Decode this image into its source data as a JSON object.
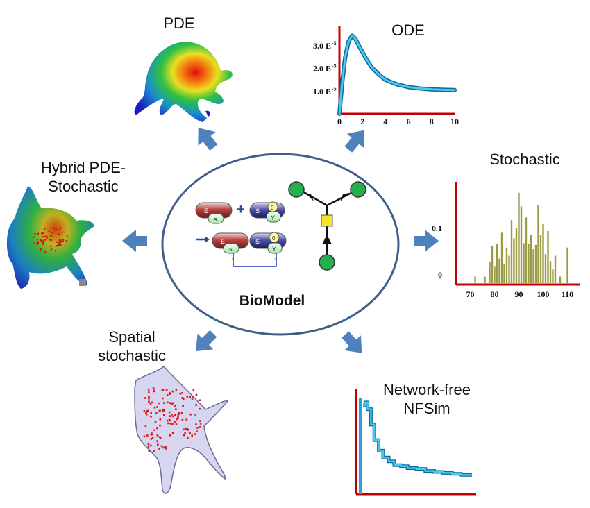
{
  "center": {
    "title": "BioModel",
    "species": {
      "e_label": "E",
      "s_label": "s",
      "s2_label": "S",
      "zero_label": "0",
      "y_label": "Y",
      "bond_index": "1"
    }
  },
  "methods": {
    "pde": "PDE",
    "ode": "ODE",
    "stochastic": "Stochastic",
    "hybrid_line1": "Hybrid PDE-",
    "hybrid_line2": "Stochastic",
    "spatial_line1": "Spatial",
    "spatial_line2": "stochastic",
    "nfsim_line1": "Network-free",
    "nfsim_line2": "NFSim"
  },
  "colors": {
    "arrow": "#4f81bd",
    "axis": "#c00000",
    "ode_line": "#29a3d6",
    "hist_bar": "#9c9b45",
    "node": "#22b14c",
    "ellipse_border": "#3f5f8a"
  },
  "chart_data": [
    {
      "type": "line",
      "title": "ODE",
      "xlabel": "",
      "ylabel": "",
      "xlim": [
        0,
        10
      ],
      "ylim": [
        0,
        3.8
      ],
      "x_ticks": [
        "0",
        "2",
        "4",
        "6",
        "8",
        "10"
      ],
      "y_ticks": [
        {
          "value": 1,
          "label": "1.0 E",
          "exp": "-5"
        },
        {
          "value": 2,
          "label": "2.0 E",
          "exp": "-5"
        },
        {
          "value": 3,
          "label": "3.0 E",
          "exp": "-5"
        }
      ],
      "x": [
        0,
        0.25,
        0.5,
        0.8,
        1.1,
        1.4,
        1.8,
        2.3,
        2.8,
        3.4,
        4,
        5,
        6,
        7,
        8,
        9,
        10
      ],
      "y": [
        0,
        1.4,
        2.5,
        3.2,
        3.45,
        3.3,
        2.9,
        2.45,
        2.05,
        1.75,
        1.5,
        1.3,
        1.18,
        1.12,
        1.08,
        1.06,
        1.05
      ]
    },
    {
      "type": "bar",
      "title": "Stochastic",
      "xlim": [
        65,
        115
      ],
      "ylim": [
        0,
        0.185
      ],
      "x_ticks": [
        "70",
        "80",
        "90",
        "100",
        "110"
      ],
      "y_ticks": [
        {
          "value": 0,
          "label": "0"
        },
        {
          "value": 0.1,
          "label": "0.1"
        }
      ],
      "x": [
        72,
        76,
        78,
        79,
        80,
        81,
        82,
        83,
        84,
        85,
        86,
        87,
        88,
        89,
        90,
        91,
        92,
        93,
        94,
        95,
        96,
        97,
        98,
        99,
        100,
        101,
        102,
        103,
        104,
        105,
        107,
        110
      ],
      "values": [
        0.012,
        0.012,
        0.038,
        0.068,
        0.03,
        0.072,
        0.045,
        0.092,
        0.035,
        0.065,
        0.05,
        0.115,
        0.082,
        0.1,
        0.165,
        0.14,
        0.073,
        0.12,
        0.072,
        0.088,
        0.062,
        0.07,
        0.142,
        0.088,
        0.108,
        0.053,
        0.095,
        0.04,
        0.025,
        0.05,
        0.012,
        0.065
      ]
    },
    {
      "type": "line",
      "title": "Network-free NFSim",
      "xlim": [
        0,
        10
      ],
      "ylim": [
        0,
        1.05
      ],
      "x": [
        0.2,
        0.4,
        0.6,
        0.9,
        1.2,
        1.6,
        2.0,
        2.5,
        3.0,
        3.6,
        4.2,
        5.0,
        5.8,
        6.6,
        7.4,
        8.2,
        9.0,
        10
      ],
      "y": [
        0.92,
        0.95,
        0.88,
        0.72,
        0.56,
        0.45,
        0.38,
        0.34,
        0.3,
        0.29,
        0.27,
        0.26,
        0.24,
        0.23,
        0.22,
        0.21,
        0.2,
        0.2
      ]
    }
  ]
}
